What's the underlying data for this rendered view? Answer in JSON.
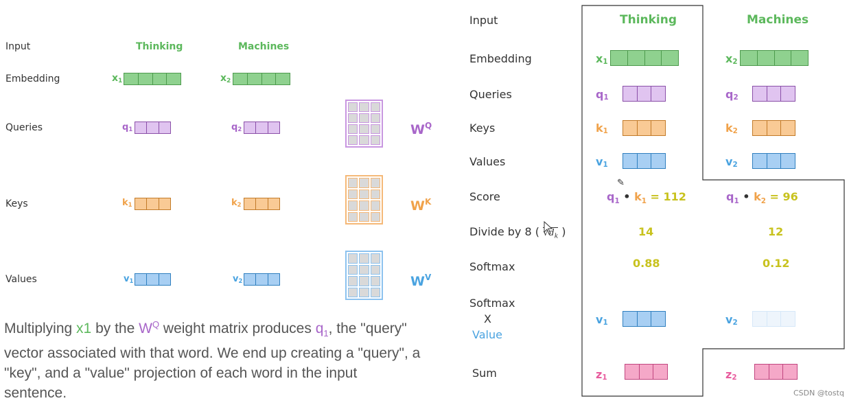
{
  "colors": {
    "green": "#5cb85c",
    "green_fill": "#8fd18f",
    "purple": "#a866c9",
    "purple_fill": "#e0c4f0",
    "orange": "#f0a24a",
    "orange_fill": "#f9ca95",
    "blue": "#4aa3e0",
    "blue_fill": "#a8cff3",
    "pink": "#e85c9e",
    "pink_fill": "#f5a8c8",
    "yellow": "#c8c21e"
  },
  "left": {
    "row_labels": {
      "input": "Input",
      "embedding": "Embedding",
      "queries": "Queries",
      "keys": "Keys",
      "values": "Values"
    },
    "words": [
      "Thinking",
      "Machines"
    ],
    "vars": {
      "x1": "x",
      "x1_sub": "1",
      "x2": "x",
      "x2_sub": "2",
      "q1": "q",
      "q1_sub": "1",
      "q2": "q",
      "q2_sub": "2",
      "k1": "k",
      "k1_sub": "1",
      "k2": "k",
      "k2_sub": "2",
      "v1": "v",
      "v1_sub": "1",
      "v2": "v",
      "v2_sub": "2"
    },
    "weights": {
      "wq": "W",
      "wq_sup": "Q",
      "wk": "W",
      "wk_sup": "K",
      "wv": "W",
      "wv_sup": "V"
    },
    "caption": {
      "p1": "Multiplying ",
      "x": "x1",
      "p2": " by the ",
      "w": "W",
      "w_sup": "Q",
      "p3": " weight matrix produces ",
      "q": "q",
      "q_sub": "1",
      "p4": ", the \"query\" vector associated with that word. We end up creating a \"query\", a \"key\", and a \"value\" projection of each word in the input sentence."
    }
  },
  "right": {
    "row_labels": {
      "input": "Input",
      "embedding": "Embedding",
      "queries": "Queries",
      "keys": "Keys",
      "values": "Values",
      "score": "Score",
      "divide": "Divide by 8 (",
      "divide_sqrt": "√d",
      "divide_sqrt_sub": "k",
      "divide_close": ")",
      "softmax": "Softmax",
      "softmax_x_1": "Softmax",
      "softmax_x_2": "X",
      "softmax_x_3": "Value",
      "sum": "Sum"
    },
    "words": [
      "Thinking",
      "Machines"
    ],
    "score_1": {
      "a": "q",
      "a_sub": "1",
      "dot": "•",
      "b": "k",
      "b_sub": "1",
      "eq": "=",
      "val": "112"
    },
    "score_2": {
      "a": "q",
      "a_sub": "1",
      "dot": "•",
      "b": "k",
      "b_sub": "2",
      "eq": "=",
      "val": "96"
    },
    "divide_vals": [
      "14",
      "12"
    ],
    "softmax_vals": [
      "0.88",
      "0.12"
    ],
    "vars": {
      "x1": "x",
      "x1_sub": "1",
      "x2": "x",
      "x2_sub": "2",
      "q1": "q",
      "q1_sub": "1",
      "q2": "q",
      "q2_sub": "2",
      "k1": "k",
      "k1_sub": "1",
      "k2": "k",
      "k2_sub": "2",
      "v1": "v",
      "v1_sub": "1",
      "v2": "v",
      "v2_sub": "2",
      "sv1": "v",
      "sv1_sub": "1",
      "sv2": "v",
      "sv2_sub": "2",
      "z1": "z",
      "z1_sub": "1",
      "z2": "z",
      "z2_sub": "2"
    }
  },
  "watermark": "CSDN @tostq"
}
